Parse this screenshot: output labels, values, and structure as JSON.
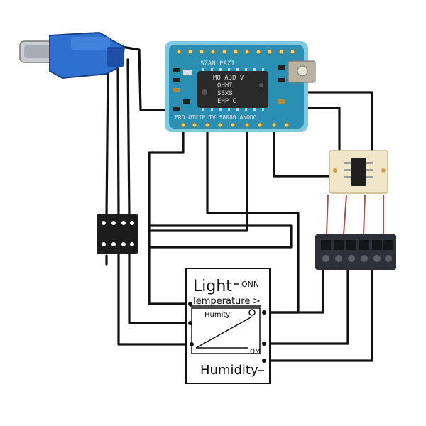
{
  "board": {
    "top_silk": "SZAN PAZI",
    "chip_lines": [
      "MO A3D V",
      "OHHI",
      "S0X8",
      "EHP C"
    ],
    "bottom_silk": "ERD UTCIP TV S8080 ANODO"
  },
  "panel": {
    "light_label": "Light",
    "on_label": "ONN",
    "temperature_label": "Temperature",
    "humidity_small_label": "Humity",
    "off_label": "OM",
    "humidity_label": "Humidity"
  },
  "colors": {
    "pcb": "#2b8fb3",
    "pcb_edge": "#7fc8dd",
    "usb": "#2f6fd0",
    "wire": "#111111",
    "terminal": "#2d3038"
  }
}
